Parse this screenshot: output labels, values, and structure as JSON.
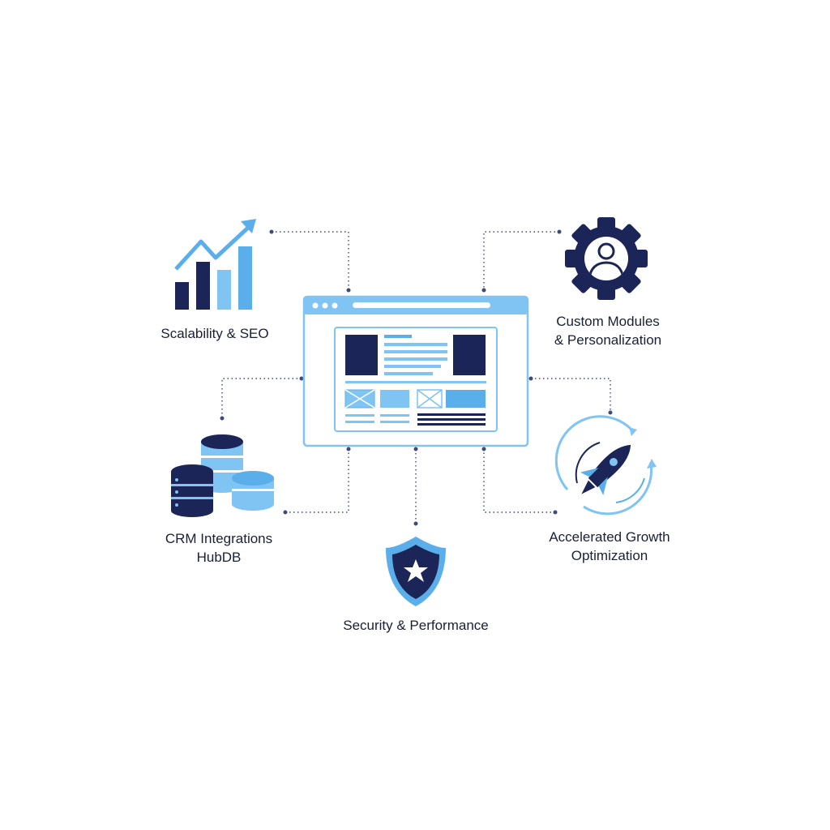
{
  "colors": {
    "navy": "#1c2557",
    "sky": "#5aaeea",
    "light": "#7fc4f2",
    "connector": "#3d4a7a"
  },
  "features": [
    {
      "icon": "bar-chart-growth-icon",
      "lines": [
        "Scalability & SEO"
      ]
    },
    {
      "icon": "gear-user-icon",
      "lines": [
        "Custom Modules",
        "& Personalization"
      ]
    },
    {
      "icon": "database-stack-icon",
      "lines": [
        "CRM Integrations",
        "HubDB"
      ]
    },
    {
      "icon": "shield-star-icon",
      "lines": [
        "Security & Performance"
      ]
    },
    {
      "icon": "rocket-cycle-icon",
      "lines": [
        "Accelerated Growth",
        "Optimization"
      ]
    }
  ],
  "center": {
    "icon": "browser-window-icon"
  }
}
